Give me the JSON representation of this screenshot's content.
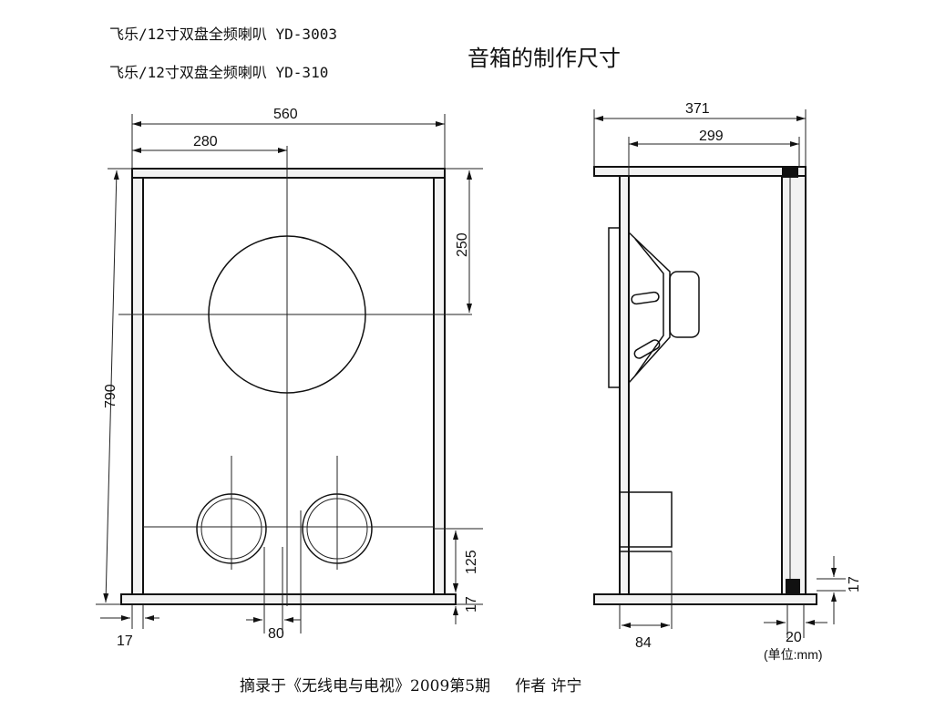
{
  "header": {
    "line1": "飞乐/12寸双盘全频喇叭 YD-3003",
    "line2": "飞乐/12寸双盘全频喇叭 YD-310",
    "title": "音箱的制作尺寸"
  },
  "front_view": {
    "dim_width": "560",
    "dim_half_width": "280",
    "dim_height": "790",
    "dim_speaker_center": "250",
    "dim_port_height": "125",
    "dim_bottom_thickness": "17",
    "dim_side_thickness": "17",
    "dim_port_spacing": "80"
  },
  "side_view": {
    "dim_depth": "371",
    "dim_inner_depth": "299",
    "dim_port_depth": "84",
    "dim_back_thickness": "20",
    "dim_block_height": "17",
    "unit_note": "(单位:mm)"
  },
  "caption": "摘录于《无线电与电视》2009第5期     作者 许宁"
}
